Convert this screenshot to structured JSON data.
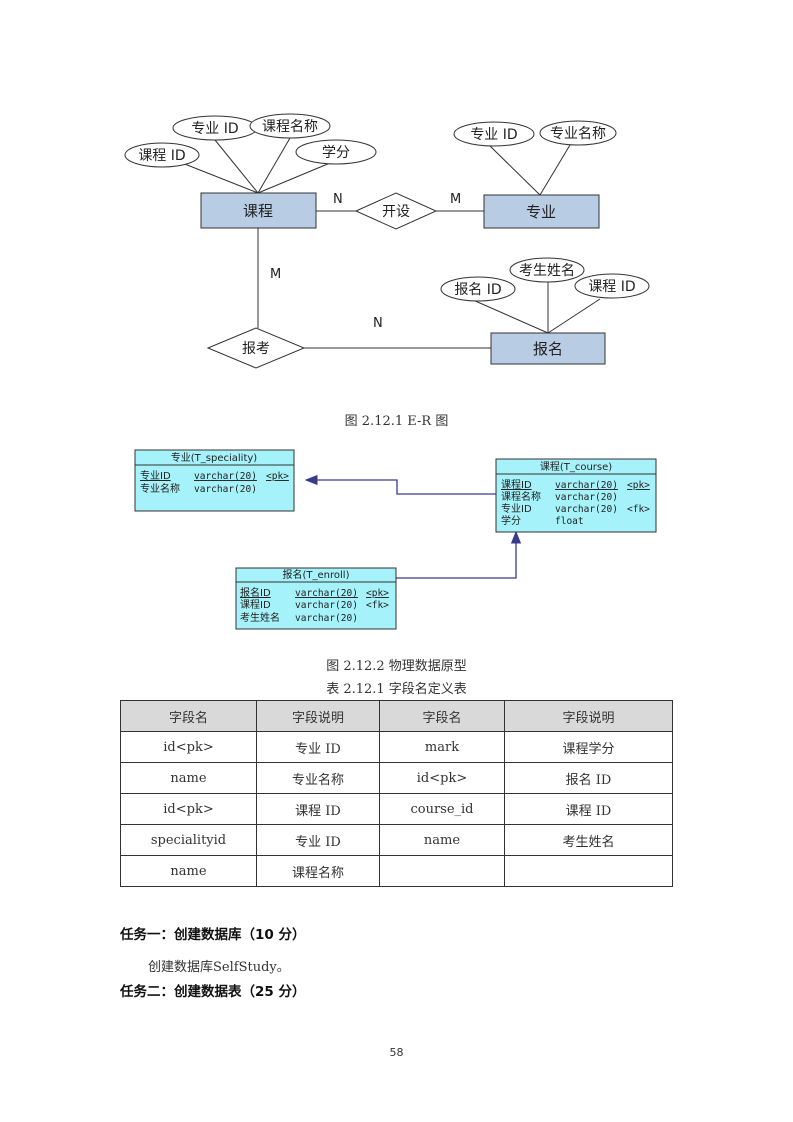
{
  "er_diagram": {
    "entities": {
      "course": "课程",
      "major": "专业",
      "enroll": "报名"
    },
    "relationships": {
      "offers": "开设",
      "registers": "报考"
    },
    "attributes": {
      "course_id": "课程 ID",
      "major_id_of_course": "专业 ID",
      "course_name": "课程名称",
      "credit": "学分",
      "major_id": "专业 ID",
      "major_name": "专业名称",
      "enroll_id": "报名 ID",
      "examinee_name": "考生姓名",
      "enroll_course_id": "课程 ID"
    },
    "cardinality": {
      "offers_course": "N",
      "offers_major": "M",
      "registers_course": "M",
      "registers_enroll": "N"
    }
  },
  "caption_er": "图 2.12.1  E-R 图",
  "physical_model": {
    "speciality": {
      "title": "专业(T_speciality)",
      "rows": [
        {
          "name": "专业ID",
          "type": "varchar(20)",
          "key": "<pk>"
        },
        {
          "name": "专业名称",
          "type": "varchar(20)",
          "key": ""
        }
      ]
    },
    "course": {
      "title": "课程(T_course)",
      "rows": [
        {
          "name": "课程ID",
          "type": "varchar(20)",
          "key": "<pk>"
        },
        {
          "name": "课程名称",
          "type": "varchar(20)",
          "key": ""
        },
        {
          "name": "专业ID",
          "type": "varchar(20)",
          "key": "<fk>"
        },
        {
          "name": "学分",
          "type": "float",
          "key": ""
        }
      ]
    },
    "enroll": {
      "title": "报名(T_enroll)",
      "rows": [
        {
          "name": "报名ID",
          "type": "varchar(20)",
          "key": "<pk>"
        },
        {
          "name": "课程ID",
          "type": "varchar(20)",
          "key": "<fk>"
        },
        {
          "name": "考生姓名",
          "type": "varchar(20)",
          "key": ""
        }
      ]
    }
  },
  "caption_physical": "图 2.12.2 物理数据原型",
  "table_caption": "表 2.12.1 字段名定义表",
  "field_table": {
    "headers": [
      "字段名",
      "字段说明",
      "字段名",
      "字段说明"
    ],
    "rows": [
      [
        "id<pk>",
        "专业 ID",
        "mark",
        "课程学分"
      ],
      [
        "name",
        "专业名称",
        "id<pk>",
        "报名 ID"
      ],
      [
        "id<pk>",
        "课程 ID",
        "course_id",
        "课程 ID"
      ],
      [
        "specialityid",
        "专业 ID",
        "name",
        "考生姓名"
      ],
      [
        "name",
        "课程名称",
        "",
        ""
      ]
    ]
  },
  "task1_heading": "任务一：创建数据库（10 分）",
  "task1_body": "创建数据库SelfStudy。",
  "task2_heading": "任务二：创建数据表（25 分）",
  "page_number": "58",
  "colors": {
    "entity_fill": "#b8cce4",
    "table_fill": "#a6f2fa",
    "arrow": "#3a3a8c",
    "table_header": "#d9d9d9"
  }
}
